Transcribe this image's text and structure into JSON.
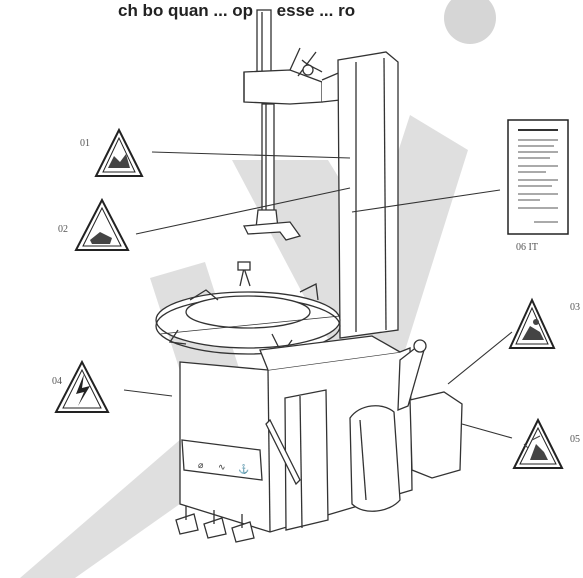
{
  "header": {
    "cut_title": "ch bo quan ... op ... esse ... ro"
  },
  "callouts": {
    "c01": "01",
    "c02": "02",
    "c03": "03",
    "c04": "04",
    "c05": "05",
    "c06": "06 IT"
  },
  "watermark": {
    "letters": "TW",
    "color": "#d9d9d9",
    "dot_color": "#d6d6d6"
  },
  "icons": {
    "sign_01": "warning-crush-hand-icon",
    "sign_02": "warning-arm-injury-icon",
    "sign_03": "warning-pinch-icon",
    "sign_04": "warning-electric-icon",
    "sign_05": "warning-explosion-icon",
    "doc_06": "instruction-document-icon"
  }
}
